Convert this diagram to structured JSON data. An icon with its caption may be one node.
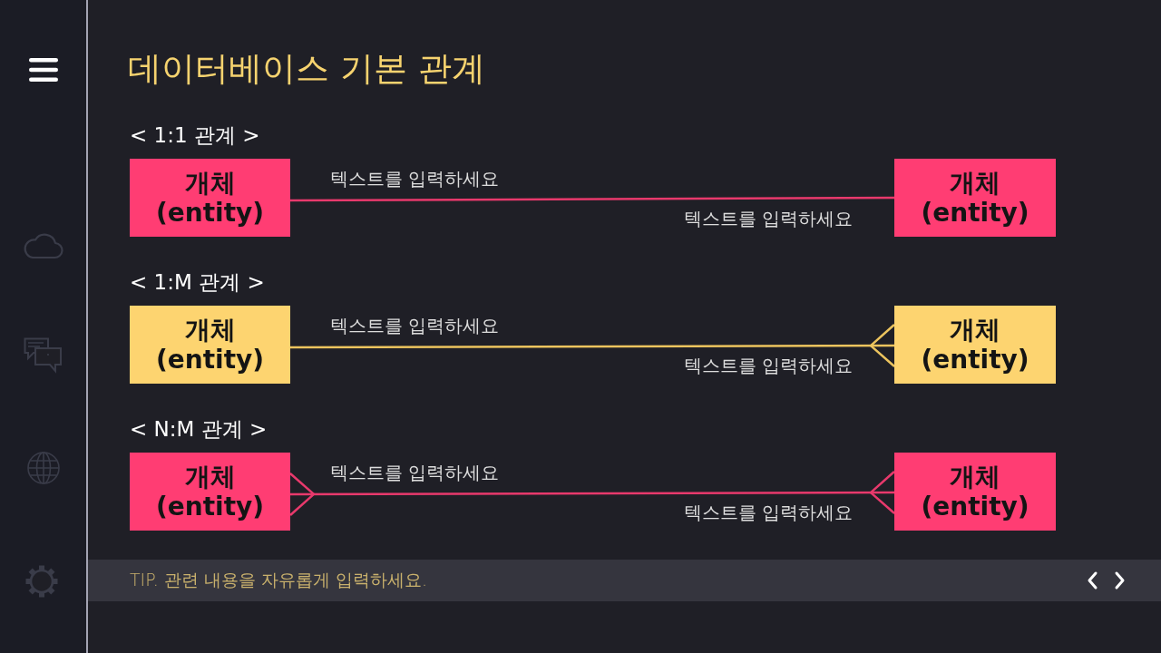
{
  "diagram": {
    "title": "데이터베이스 기본 관계",
    "nodes": [
      {
        "text": [
          "개체 (entity)"
        ]
      },
      {
        "text": [
          "개체 (entity)"
        ]
      },
      {
        "text": [
          "개체 (entity)"
        ]
      },
      {
        "text": [
          "개체 (entity)"
        ]
      },
      {
        "text": [
          "개체 (entity)"
        ]
      },
      {
        "text": [
          "개체 (entity)"
        ]
      }
    ],
    "edges": [
      {
        "from": 0,
        "to": 1,
        "arrow": "none",
        "label": "텍스트를 입력하세요"
      },
      {
        "from": 2,
        "to": 3,
        "arrow": "other",
        "label": "텍스트를 입력하세요",
        "color": "#ecc45e"
      },
      {
        "from": 4,
        "to": 5,
        "arrow": "other",
        "label": "텍스트를 입력하세요"
      }
    ],
    "labels": [
      "< 1:1 관계 >",
      "텍스트를 입력하세요",
      "< 1:M 관계 >",
      "텍스트를 입력하세요",
      "< N:M 관계 >",
      "텍스트를 입력하세요",
      "TIP. 관련 내용을 자유롭게 입력하세요."
    ]
  }
}
